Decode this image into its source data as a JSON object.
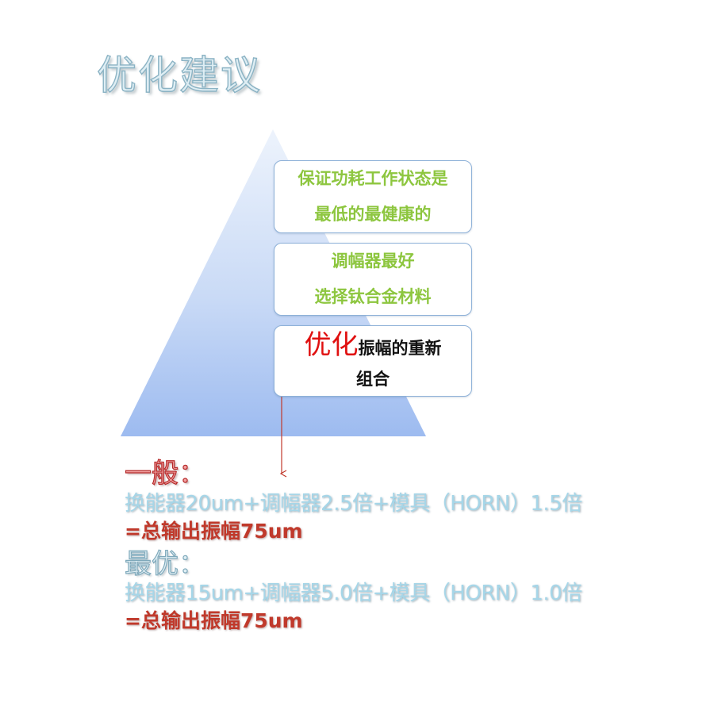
{
  "title": "优化建议",
  "pyramid": {
    "levels": [
      {
        "line1": "保证功耗工作状态是",
        "line2": "最低的最健康的"
      },
      {
        "line1": "调幅器最好",
        "line2": "选择钛合金材料"
      },
      {
        "highlight": "优化",
        "line1_rest": "振幅的重新",
        "line2": "组合"
      }
    ]
  },
  "config_general": {
    "heading": "一般：",
    "formula": "换能器20um+调幅器2.5倍+模具（HORN）1.5倍",
    "result": "=总输出振幅75um"
  },
  "config_optimal": {
    "heading": "最优：",
    "formula": "换能器15um+调幅器5.0倍+模具（HORN）1.0倍",
    "result": "=总输出振幅75um"
  },
  "colors": {
    "title_fill": "#dfeef4",
    "pyramid_top": "#edf3fc",
    "pyramid_bottom": "#9dbbf0",
    "green_text": "#8dc63f",
    "highlight_red": "#e01010",
    "result_red": "#c0392b",
    "formula_blue": "#a6d6e8"
  }
}
